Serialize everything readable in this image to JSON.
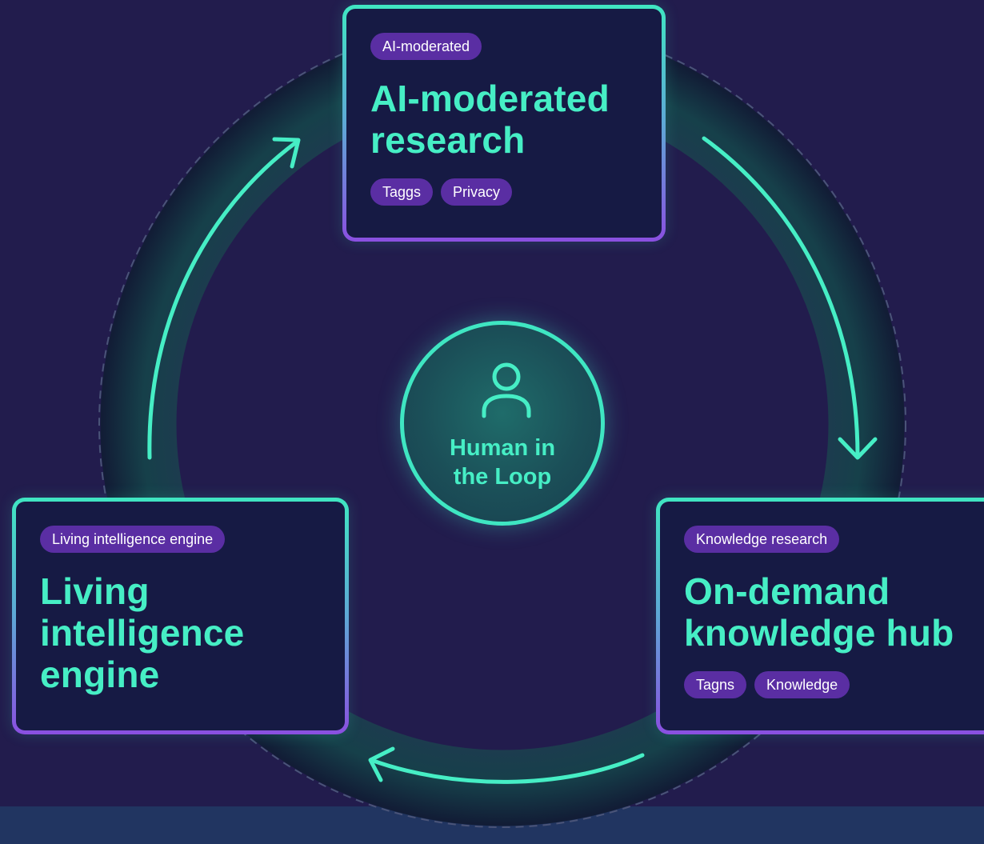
{
  "colors": {
    "background": "#221c4d",
    "accent_teal": "#46eec5",
    "pill_purple": "#5a2ea3",
    "card_fill": "#161a44",
    "bottom_band": "#213561"
  },
  "hub": {
    "icon": "person-icon",
    "label": "Human in\nthe Loop"
  },
  "cards": {
    "top": {
      "badge": "AI-moderated",
      "title": "AI-moderated\nresearch",
      "tags": [
        "Taggs",
        "Privacy"
      ]
    },
    "right": {
      "badge": "Knowledge research",
      "title": "On-demand\nknowledge hub",
      "tags": [
        "Tagns",
        "Knowledge"
      ]
    },
    "left": {
      "badge": "Living intelligence engine",
      "title": "Living\nintelligence\nengine",
      "tags": []
    }
  },
  "flow": {
    "direction": "clockwise",
    "arrow_icon": "cycle-arrow-icon"
  }
}
